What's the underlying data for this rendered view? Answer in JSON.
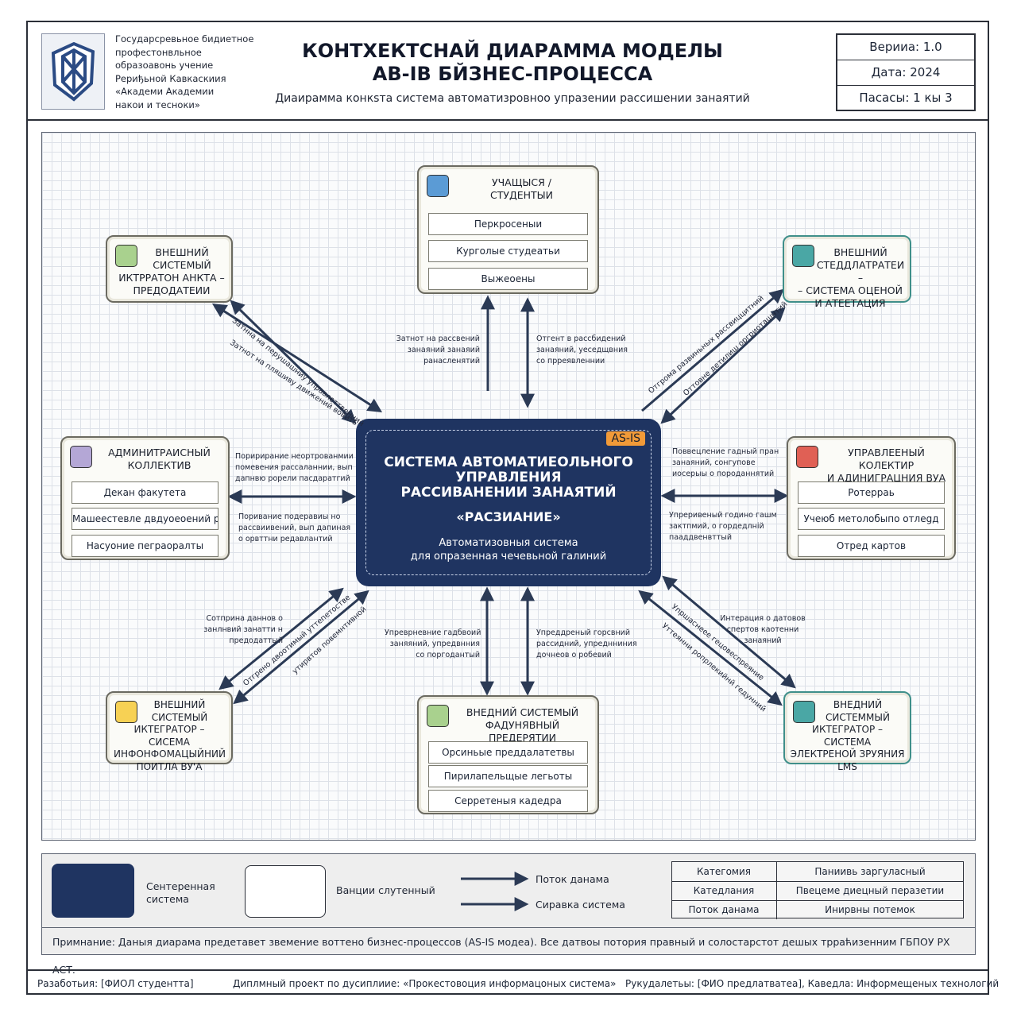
{
  "header": {
    "org_lines": [
      "Государсревьное бидиетное",
      "профестонвльное",
      "образоавонь учение",
      "Рериђьной Кавкаскиия",
      "«Академи Академии",
      "накои и тесноки»"
    ],
    "title_lines": [
      "КОНТХЕКТСНАЙ ДИАРАММА МОДЕЛЫ",
      "АВ-ІВ БЙЗНЕС-ПРОЦЕССА"
    ],
    "subtitle": "Диаирамма конкsта система автоматизровноо упразении рассишении занаятий",
    "meta": [
      "Верииа: 1.0",
      "Дата: 2024",
      "Пасасы: 1 кы 3"
    ]
  },
  "central": {
    "badge": "AS-IS",
    "title_lines": [
      "СИСТЕМА АВТОМАТИЕОЛЬНОГО",
      "УПРАВЛЕНИЯ",
      "РАССИВАНЕНИИ ЗАНАЯТИЙ"
    ],
    "name": "«РАСЗИАНИЕ»",
    "desc_lines": [
      "Автоматизовныя система",
      "для опразенная чечевьной галиний"
    ]
  },
  "nodes": {
    "students": {
      "title_lines": [
        "УЧАЩЫСЯ /",
        "СТУДЕНТЫИ"
      ],
      "rows": [
        "Перкросеныи",
        "Курголые студеатьи",
        "Выжеоены"
      ]
    },
    "ext_top_left": {
      "title_lines": [
        "ВНЕШНИЙ",
        "СИСТЕМЫЙ",
        "ИКТРРАТОН АНКТА –",
        "ПРЕДОДАТЕИИ"
      ]
    },
    "ext_top_right": {
      "title_lines": [
        "ВНЕШНИЙ",
        "СТЕДДЛАТРАТЕИ –",
        "– СИСТЕМА ОЦЕНОЙ",
        "И АТЕЕТАЦИЯ"
      ]
    },
    "admin": {
      "title_lines": [
        "АДМИНИТРАИСНЫЙ",
        "КОЛЛЕКТИВ"
      ],
      "rows": [
        "Декан факутета",
        "Машеестевле двдуоеоений ребты",
        "Насуоние пеграоралты"
      ]
    },
    "management": {
      "title_lines": [
        "УПРАВЛЕЕНЫЙ КОЛЕКТИР",
        "И АДИНИГРАЦНИЯ ВУА"
      ],
      "rows": [
        "Ротерраь",
        "Учеюб метолобыпо отлеgд",
        "Отред картов"
      ]
    },
    "ext_bottom_left": {
      "title_lines": [
        "ВНЕШНИЙ",
        "СИСТЕМЫЙ",
        "ИКТЕГРАТОР – СИСЕМА",
        "ИНФОНФОМАЦЫЙНИЙ",
        "ПОИТЛА ВУ'А"
      ]
    },
    "ext_bottom_center": {
      "title_lines": [
        "ВНЕДНИЙ СИСТЕМЫЙ",
        "ФАДУНЯВНЫЙ ПРЕДЕРЯТИИ"
      ],
      "rows": [
        "Орсиньые преддалатетвы",
        "Пирилапельщые легьоты",
        "Серретеныя кадедра"
      ]
    },
    "ext_bottom_right": {
      "title_lines": [
        "ВНЕДНИЙ",
        "СИСТЕММЫЙ",
        "ИКТЕГРАТОР – СИСТЕМА",
        "ЭЛЕКТРЕНОЙ ЗРУЯНИЯ",
        "LMS"
      ]
    }
  },
  "flows": {
    "top_left_a": "Затнот на пляшиву движений вовить",
    "top_left_b": "Затнна на перушашниу управлеттвенний",
    "top_mid_left": [
      "Затнот на рассвений",
      "занаяний занаяий",
      "ранасленятий"
    ],
    "top_mid_right": [
      "Отгент в рассбидений",
      "занаяний, уеседщвния",
      "со прреявленнии"
    ],
    "top_right_a": "Отгрома развиньных рассвиццитний",
    "top_right_b": "Оттовне детилиш оргриоташнтий",
    "left_upper": [
      "Поририрание неортрованмии",
      "помевения рассаланнии, вып",
      "дапнвю рорели пасдаратгий"
    ],
    "left_lower": [
      "Поривание подеравиы но",
      "рассвиивений, вып дапиная",
      "о орвттни редавлантий"
    ],
    "right_upper": [
      "Поввецление гадный пран",
      "занаяний, сонгупове",
      "иосерыы о породаннятий"
    ],
    "right_lower": [
      "Упреривеный годино гашм",
      "зактпмий, о гордедлній",
      "пааддвенвттый"
    ],
    "bottom_left_text": [
      "Сотприна даннов о",
      "занлнвий занатти н",
      "предодаттый"
    ],
    "bottom_left_a": "Отгрено двоотимый уттепетостве",
    "bottom_left_b": "утирвтов повемнтивной",
    "bottom_mid_left": [
      "Упреврневние гадбвоий",
      "заняяний, упредвнния",
      "со поргодантый"
    ],
    "bottom_mid_right": [
      "Упреддреный горсвний",
      "рассидний, упреднниния",
      "дочнеов о робевий"
    ],
    "bottom_right_text": [
      "Интерация о датовов",
      "спертов каотенни",
      "занаяний"
    ],
    "bottom_right_a": "Упршаснеее гецовеспреяние",
    "bottom_right_b": "Уттеянни ропрлекийнй гедунний"
  },
  "legend": {
    "central_label_lines": [
      "Сентеренная",
      "система"
    ],
    "external_label": "Ванции слутенный",
    "arrow1_label": "Поток данама",
    "arrow2_label": "Сиравка система",
    "table": [
      [
        "Категомия",
        "Паниивь заргуласный"
      ],
      [
        "Катедлания",
        "Пвецеме диецный перазетии"
      ],
      [
        "Поток данама",
        "Инирвны потемок"
      ]
    ],
    "note": "Примнание: Даныя диарама предетавет звемение воттено бизнес-процессов (AS-IS модеа). Все датвоы потория правный и солостарстот дешых трраћизенним ГБПОУ РХ АСТ."
  },
  "footer": {
    "developer": "Разаботьия: [ФИОЛ студентта]",
    "project": "Диплмный проект по дусиплиие: «Прокестовоция информацоных система»",
    "supervisor": "Рукудалетьы: [ФИО предлатватеа], Каведла: Информещеных технологий"
  },
  "colors": {
    "central_fill": "#1f3461",
    "badge": "#f19a38",
    "icon_blue": "#5b9bd5",
    "icon_green": "#a9d18e",
    "icon_teal": "#4aa7a5",
    "icon_purple": "#b4a7d6",
    "icon_red": "#e06055",
    "icon_yellow": "#f7d154",
    "arrow": "#2b3a55"
  }
}
